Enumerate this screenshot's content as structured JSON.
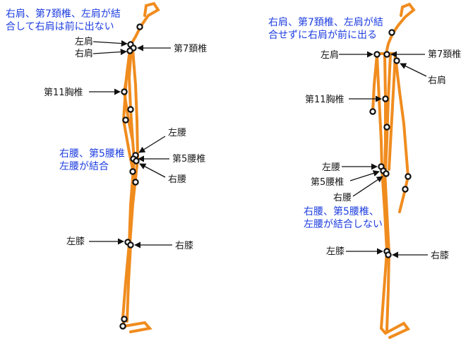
{
  "left_panel": {
    "note_lines": [
      "右肩、第7頚椎、左肩が結",
      "合して右肩は前に出ない"
    ],
    "spine_note_lines": [
      "右腰、第5腰椎",
      "左腰が結合"
    ],
    "labels": {
      "l_shoulder": "左肩",
      "r_shoulder": "右肩",
      "c7": "第7頚椎",
      "t11": "第11胸椎",
      "l_hip": "左腰",
      "l5": "第5腰椎",
      "r_hip": "右腰",
      "l_knee": "左膝",
      "r_knee": "右膝"
    }
  },
  "right_panel": {
    "note_lines": [
      "右肩、第7頚椎、左肩が結",
      "合せずに右肩が前に出る"
    ],
    "spine_note_lines": [
      "右腰、第5腰椎、",
      "左腰が結合しない"
    ],
    "labels": {
      "l_shoulder": "左肩",
      "c7": "第7頚椎",
      "r_shoulder": "右肩",
      "t11": "第11胸椎",
      "l_hip": "左腰",
      "l5": "第5腰椎",
      "r_hip": "右腰",
      "l_knee": "左膝",
      "r_knee": "右膝"
    }
  },
  "colors": {
    "bone": "#f08c1e",
    "note_text": "#1f3fe0",
    "label_text": "#1a1a1a"
  }
}
